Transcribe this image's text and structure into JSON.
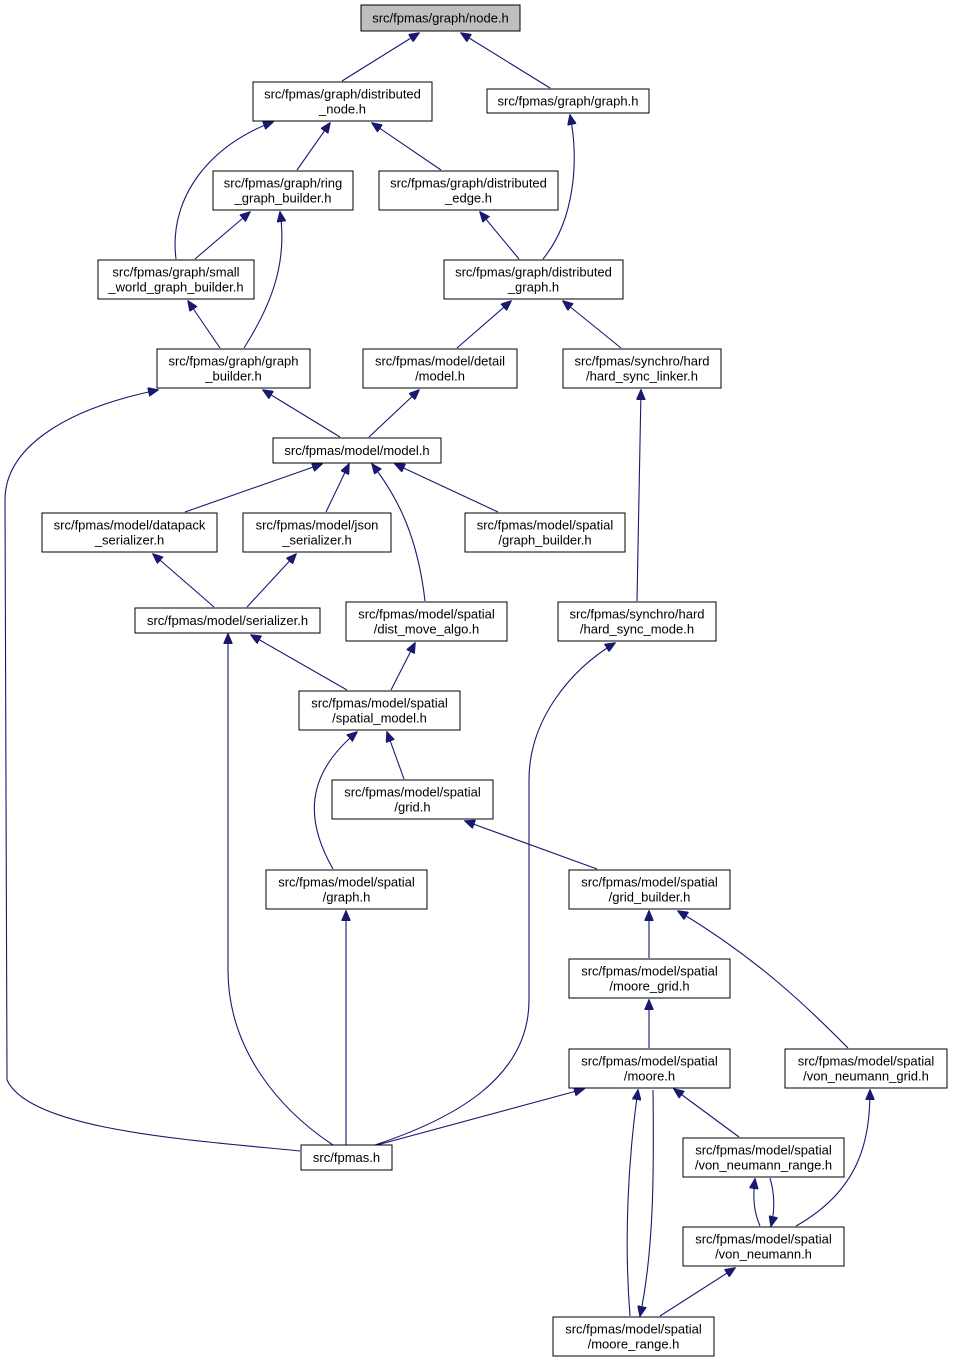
{
  "colors": {
    "root_fill": "#bfbfbf",
    "node_fill": "#ffffff",
    "node_stroke": "#000000",
    "edge": "#191970"
  },
  "nodes": [
    {
      "id": "node_h",
      "lines": [
        "src/fpmas/graph/node.h"
      ],
      "root": true
    },
    {
      "id": "distributed_node",
      "lines": [
        "src/fpmas/graph/distributed",
        "_node.h"
      ]
    },
    {
      "id": "graph_h",
      "lines": [
        "src/fpmas/graph/graph.h"
      ]
    },
    {
      "id": "ring_graph_builder",
      "lines": [
        "src/fpmas/graph/ring",
        "_graph_builder.h"
      ]
    },
    {
      "id": "distributed_edge",
      "lines": [
        "src/fpmas/graph/distributed",
        "_edge.h"
      ]
    },
    {
      "id": "small_world",
      "lines": [
        "src/fpmas/graph/small",
        "_world_graph_builder.h"
      ]
    },
    {
      "id": "distributed_graph",
      "lines": [
        "src/fpmas/graph/distributed",
        "_graph.h"
      ]
    },
    {
      "id": "graph_builder",
      "lines": [
        "src/fpmas/graph/graph",
        "_builder.h"
      ]
    },
    {
      "id": "detail_model",
      "lines": [
        "src/fpmas/model/detail",
        "/model.h"
      ]
    },
    {
      "id": "hard_sync_linker",
      "lines": [
        "src/fpmas/synchro/hard",
        "/hard_sync_linker.h"
      ]
    },
    {
      "id": "model_h",
      "lines": [
        "src/fpmas/model/model.h"
      ]
    },
    {
      "id": "datapack_serializer",
      "lines": [
        "src/fpmas/model/datapack",
        "_serializer.h"
      ]
    },
    {
      "id": "json_serializer",
      "lines": [
        "src/fpmas/model/json",
        "_serializer.h"
      ]
    },
    {
      "id": "spatial_graph_builder",
      "lines": [
        "src/fpmas/model/spatial",
        "/graph_builder.h"
      ]
    },
    {
      "id": "serializer_h",
      "lines": [
        "src/fpmas/model/serializer.h"
      ]
    },
    {
      "id": "dist_move_algo",
      "lines": [
        "src/fpmas/model/spatial",
        "/dist_move_algo.h"
      ]
    },
    {
      "id": "hard_sync_mode",
      "lines": [
        "src/fpmas/synchro/hard",
        "/hard_sync_mode.h"
      ]
    },
    {
      "id": "spatial_model",
      "lines": [
        "src/fpmas/model/spatial",
        "/spatial_model.h"
      ]
    },
    {
      "id": "grid_h",
      "lines": [
        "src/fpmas/model/spatial",
        "/grid.h"
      ]
    },
    {
      "id": "spatial_graph",
      "lines": [
        "src/fpmas/model/spatial",
        "/graph.h"
      ]
    },
    {
      "id": "grid_builder",
      "lines": [
        "src/fpmas/model/spatial",
        "/grid_builder.h"
      ]
    },
    {
      "id": "moore_grid",
      "lines": [
        "src/fpmas/model/spatial",
        "/moore_grid.h"
      ]
    },
    {
      "id": "moore_h",
      "lines": [
        "src/fpmas/model/spatial",
        "/moore.h"
      ]
    },
    {
      "id": "von_neumann_grid",
      "lines": [
        "src/fpmas/model/spatial",
        "/von_neumann_grid.h"
      ]
    },
    {
      "id": "fpmas_h",
      "lines": [
        "src/fpmas.h"
      ]
    },
    {
      "id": "von_neumann_range",
      "lines": [
        "src/fpmas/model/spatial",
        "/von_neumann_range.h"
      ]
    },
    {
      "id": "von_neumann",
      "lines": [
        "src/fpmas/model/spatial",
        "/von_neumann.h"
      ]
    },
    {
      "id": "moore_range",
      "lines": [
        "src/fpmas/model/spatial",
        "/moore_range.h"
      ]
    }
  ],
  "edges": [
    {
      "from": "distributed_node",
      "to": "node_h"
    },
    {
      "from": "graph_h",
      "to": "node_h"
    },
    {
      "from": "ring_graph_builder",
      "to": "distributed_node"
    },
    {
      "from": "small_world",
      "to": "distributed_node"
    },
    {
      "from": "distributed_edge",
      "to": "distributed_node"
    },
    {
      "from": "distributed_graph",
      "to": "graph_h"
    },
    {
      "from": "small_world",
      "to": "ring_graph_builder"
    },
    {
      "from": "graph_builder",
      "to": "ring_graph_builder"
    },
    {
      "from": "distributed_graph",
      "to": "distributed_edge"
    },
    {
      "from": "graph_builder",
      "to": "small_world"
    },
    {
      "from": "detail_model",
      "to": "distributed_graph"
    },
    {
      "from": "hard_sync_linker",
      "to": "distributed_graph"
    },
    {
      "from": "model_h",
      "to": "graph_builder"
    },
    {
      "from": "fpmas_h",
      "to": "graph_builder"
    },
    {
      "from": "model_h",
      "to": "detail_model"
    },
    {
      "from": "hard_sync_mode",
      "to": "hard_sync_linker"
    },
    {
      "from": "datapack_serializer",
      "to": "model_h"
    },
    {
      "from": "json_serializer",
      "to": "model_h"
    },
    {
      "from": "spatial_graph_builder",
      "to": "model_h"
    },
    {
      "from": "dist_move_algo",
      "to": "model_h"
    },
    {
      "from": "serializer_h",
      "to": "datapack_serializer"
    },
    {
      "from": "serializer_h",
      "to": "json_serializer"
    },
    {
      "from": "spatial_model",
      "to": "serializer_h"
    },
    {
      "from": "fpmas_h",
      "to": "serializer_h"
    },
    {
      "from": "spatial_model",
      "to": "dist_move_algo"
    },
    {
      "from": "fpmas_h",
      "to": "hard_sync_mode"
    },
    {
      "from": "grid_h",
      "to": "spatial_model"
    },
    {
      "from": "spatial_graph",
      "to": "spatial_model"
    },
    {
      "from": "grid_builder",
      "to": "grid_h"
    },
    {
      "from": "fpmas_h",
      "to": "spatial_graph"
    },
    {
      "from": "moore_grid",
      "to": "grid_builder"
    },
    {
      "from": "von_neumann_grid",
      "to": "grid_builder"
    },
    {
      "from": "moore_h",
      "to": "moore_grid"
    },
    {
      "from": "fpmas_h",
      "to": "moore_h"
    },
    {
      "from": "von_neumann_range",
      "to": "moore_h"
    },
    {
      "from": "moore_range",
      "to": "moore_h"
    },
    {
      "from": "moore_h",
      "to": "moore_range"
    },
    {
      "from": "von_neumann",
      "to": "von_neumann_grid"
    },
    {
      "from": "von_neumann",
      "to": "von_neumann_range"
    },
    {
      "from": "von_neumann_range",
      "to": "von_neumann"
    },
    {
      "from": "moore_range",
      "to": "von_neumann"
    }
  ]
}
